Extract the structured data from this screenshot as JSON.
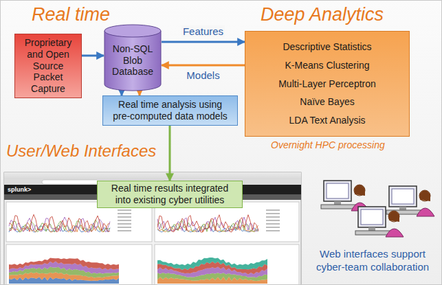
{
  "diagram": {
    "nodes": [
      {
        "text": [
          "Proprietary and Open Source Packet Capture"
        ]
      },
      {
        "text": [
          "Non-SQL Blob Database"
        ]
      },
      {
        "text": [
          "Descriptive Statistics",
          "K-Means Clustering",
          "Multi-Layer Perceptron",
          "Naïve Bayes",
          "LDA Text Analysis"
        ]
      },
      {
        "text": [
          "Real time analysis using pre-computed data models"
        ]
      },
      {
        "text": [
          "Real time results integrated into existing cyber utilities"
        ]
      }
    ],
    "edges": [
      {
        "from": 0,
        "to": 1,
        "arrow": "to"
      },
      {
        "from": 1,
        "to": 2,
        "label": "Features",
        "arrow": "to"
      },
      {
        "from": 2,
        "to": 1,
        "label": "Models",
        "arrow": "to"
      },
      {
        "from": 1,
        "to": 3,
        "arrow": "to"
      },
      {
        "from": 1,
        "to": 3,
        "arrow": "to"
      },
      {
        "from": 3,
        "to": 4,
        "arrow": "to"
      }
    ],
    "labels": [
      "Real time",
      "Deep Analytics",
      "Overnight HPC processing",
      "User/Web Interfaces",
      "splunk>",
      "Web interfaces support cyber-team collaboration"
    ]
  }
}
